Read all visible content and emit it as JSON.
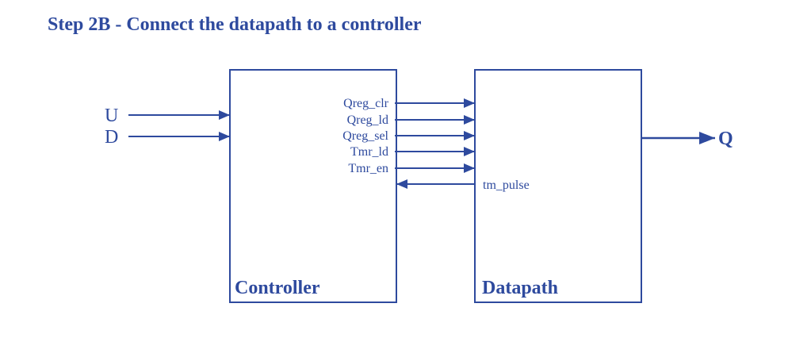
{
  "title": "Step 2B - Connect the datapath to a controller",
  "colors": {
    "ink": "#2e4a9e",
    "background": "#ffffff"
  },
  "inputs": {
    "u": "U",
    "d": "D"
  },
  "output": {
    "q": "Q"
  },
  "blocks": {
    "controller": "Controller",
    "datapath": "Datapath"
  },
  "signals": {
    "qreg_clr": "Qreg_clr",
    "qreg_ld": "Qreg_ld",
    "qreg_sel": "Qreg_sel",
    "tmr_ld": "Tmr_ld",
    "tmr_en": "Tmr_en",
    "tm_pulse": "tm_pulse"
  }
}
